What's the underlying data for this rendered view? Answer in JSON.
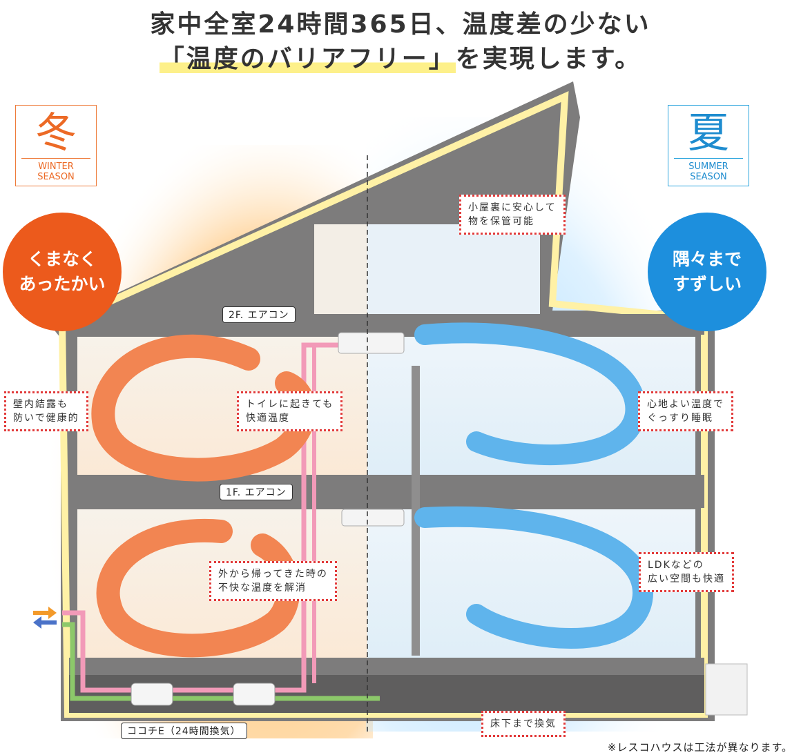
{
  "headline": {
    "line1": "家中全室24時間365日、温度差の少ない",
    "line2_highlight": "「温度のバリアフリー」",
    "line2_rest": "を実現します。"
  },
  "winter": {
    "kanji": "冬",
    "label": "WINTER\nSEASON",
    "slogan": "くまなく\nあったかい",
    "color": "#ec5a1c"
  },
  "summer": {
    "kanji": "夏",
    "label": "SUMMER\nSEASON",
    "slogan": "隅々まで\nすずしい",
    "color": "#1d8fdd"
  },
  "callouts": {
    "attic": "小屋裏に安心して\n物を保管可能",
    "condensation": "壁内結露も\n防いで健康的",
    "toilet": "トイレに起きても\n快適温度",
    "sleep": "心地よい温度で\nぐっすり睡眠",
    "return_home": "外から帰ってきた時の\n不快な温度を解消",
    "ldk": "LDKなどの\n広い空間も快適",
    "underfloor": "床下まで換気"
  },
  "tags": {
    "ac_2f": "2F. エアコン",
    "ac_1f": "1F. エアコン",
    "ventilation": "ココチE（24時間換気）"
  },
  "footnote": "※レスコハウスは工法が異なります。",
  "colors": {
    "warm_arrow": "#f28552",
    "cool_arrow": "#5fb4ec",
    "duct": "#f29ab8",
    "vent_pipe": "#8cc86a",
    "wall": "#7d7c7c"
  }
}
